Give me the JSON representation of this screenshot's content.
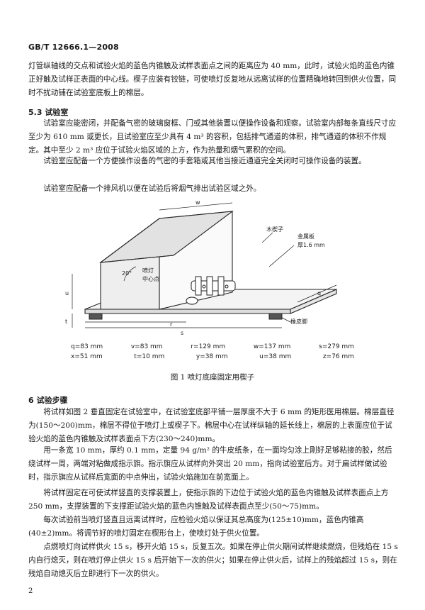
{
  "header": {
    "standard_no": "GB/T  12666.1—2008"
  },
  "para_top": "灯管纵轴线的交点和试验火焰的蓝色内锥触及试样表面点之间的距离应为 40 mm，此时，试验火焰的蓝色内锥正好触及试样正表面的中心线。楔子应装有铰链，可使喷灯反复地从远离试样的位置精确地转回到供火位置，同时不扰动铺在试验室底板上的棉层。",
  "section_5_3": {
    "title": "5.3   试验室",
    "p1": "试验室应能密闭，并配备气密的玻璃窗框、门或其他装置以便操作设备和观察。试验室内部每条直线尺寸应至少为 610 mm 或更长，且试验室应至少具有 4 m³ 的容积，包括排气通道的体积，排气通道的体积不作规定。其中至少 2 m³ 应位于试验火焰区域的上方，作为热量和烟气累积的空间。",
    "p2": "试验室应配备一个方便操作设备的气密的手套箱或其他当接近通道完全关闭时可操作设备的装置。",
    "p3": "试验室应配备一个排风机以便在试验后将烟气排出试验区域之外。"
  },
  "figure": {
    "labels": {
      "wood_wedge": "木楔子",
      "metal_plate": "金属板",
      "thickness": "厚1.6 mm",
      "burner_center_1": "喷灯",
      "burner_center_2": "中心点",
      "rubber_feet": "橡皮脚",
      "angle": "20°",
      "w": "w",
      "q": "q",
      "u": "u",
      "r": "r",
      "s": "s",
      "t": "t"
    },
    "dims_row1": [
      "q=83 mm",
      "v=83 mm",
      "r=129 mm",
      "w=137 mm",
      "s=279 mm"
    ],
    "dims_row2": [
      "x=51 mm",
      "t=10 mm",
      "y=38 mm",
      "u=38 mm",
      "z=76 mm"
    ],
    "caption": "图 1   喷灯底座固定用楔子"
  },
  "section_6": {
    "title": "6   试验步骤",
    "p1": "将试样如图 2 垂直固定在试验室中，在试验室底部平铺一层厚度不大于 6 mm 的矩形医用棉层。棉层直径为(150～200)mm，棉层不得位于喷灯上或楔子下。棉层中心在试样纵轴的延长线上，棉层的上表面应位于试验火焰的蓝色内锥触及试样表面点下方(230～240)mm。",
    "p2": "用一条宽 10 mm，厚约 0.1 mm，定量 94 g/m² 的牛皮纸条，在一面均匀涂上刚好足够粘接的胶，然后绕试样一周，两端对粘做成指示旗。指示旗应从试样向外突出 20 mm，指向试验室后方。对于扁试样做试验时，指示旗应从试样后宽面的中点伸出，试验火焰施加在前宽面上。",
    "p3": "将试样固定在可使试样竖直的支撑装置上，使指示旗的下边位于试验火焰的蓝色内锥触及试样表面点上方 250 mm，支撑装置的下支撑距试验火焰的蓝色内锥触及试样表面点至少(50～75)mm。",
    "p4": "每次试验前当喷灯竖直且远离试样时，应检验火焰以保证其总高度为(125±10)mm，蓝色内锥高(40±2)mm。将调节好的喷灯固定在楔形台上，使喷灯处于供火位置。",
    "p5": "点燃喷灯向试样供火 15 s，移开火焰 15 s，反复五次。如果在停止供火期间试样继续燃烧，但残焰在 15 s 内自行熄灭，则在喷灯停止供火 15 s 后开始下一次的供火；如果在停止供火后，试样上的残焰超过 15 s，则在残焰自动熄灭后立即进行下一次的供火。"
  },
  "footer": {
    "page_number": "2"
  }
}
